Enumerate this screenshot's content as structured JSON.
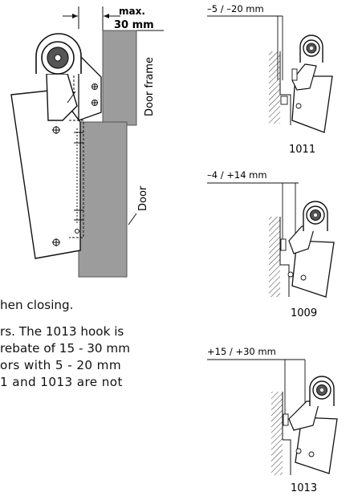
{
  "main_diagram": {
    "dimension_label_line1": "max.",
    "dimension_label_line2": "30 mm",
    "door_frame_label": "Door frame",
    "door_label": "Door"
  },
  "variants": [
    {
      "model": "1011",
      "dimension_label": "–5 / –20 mm"
    },
    {
      "model": "1009",
      "dimension_label": "–4 / +14 mm"
    },
    {
      "model": "1013",
      "dimension_label": "+15 / +30 mm"
    }
  ],
  "text_lines": [
    "hen closing.",
    "rs. The 1013 hook is",
    "rebate of 15 - 30 mm",
    "ors with 5 - 20 mm",
    "1 and 1013 are not"
  ]
}
